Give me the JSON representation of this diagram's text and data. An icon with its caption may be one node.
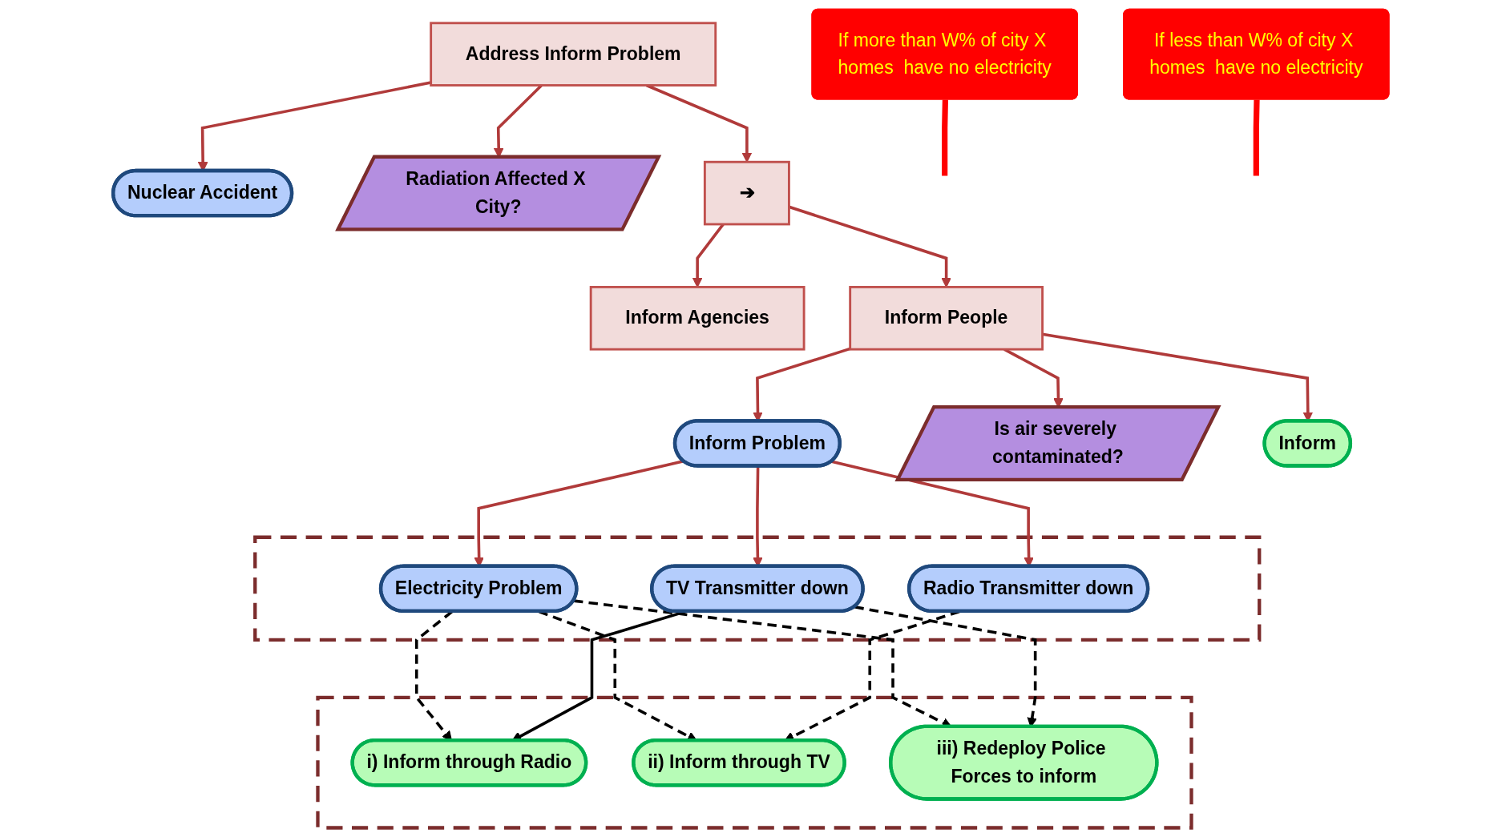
{
  "diagram": {
    "nodes": [
      {
        "text": [
          "Address Inform Problem"
        ]
      },
      {
        "text": [
          "Nuclear Accident"
        ]
      },
      {
        "text": [
          "Radiation Affected X City?"
        ]
      },
      {
        "text": [
          "➔"
        ]
      },
      {
        "text": [
          "Inform Agencies"
        ]
      },
      {
        "text": [
          "Inform People"
        ]
      },
      {
        "text": [
          "Inform Problem"
        ]
      },
      {
        "text": [
          "Is air severely contaminated?"
        ]
      },
      {
        "text": [
          "Inform"
        ]
      },
      {
        "text": [],
        "shape": "box"
      },
      {
        "text": [
          "Electricity Problem"
        ],
        "in": 9
      },
      {
        "text": [
          "TV Transmitter down"
        ],
        "in": 9
      },
      {
        "text": [
          "Radio Transmitter down"
        ],
        "in": 9
      },
      {
        "text": [],
        "shape": "box"
      },
      {
        "text": [
          "i) Inform through Radio"
        ],
        "in": 13
      },
      {
        "text": [
          "ii) Inform through TV"
        ],
        "in": 13
      },
      {
        "text": [
          "iii) Redeploy Police Forces to inform"
        ],
        "in": 13
      },
      {
        "text": [
          "If more than W% of city X homes  have no electricity"
        ]
      },
      {
        "text": [
          "If less than W% of city X homes  have no electricity"
        ]
      }
    ],
    "edges": [
      {
        "from": 0,
        "to": 1,
        "arrow": "to"
      },
      {
        "from": 0,
        "to": 2,
        "arrow": "to"
      },
      {
        "from": 0,
        "to": 3,
        "arrow": "to"
      },
      {
        "from": 3,
        "to": 4,
        "arrow": "to"
      },
      {
        "from": 3,
        "to": 5,
        "arrow": "to"
      },
      {
        "from": 5,
        "to": 6,
        "arrow": "to"
      },
      {
        "from": 5,
        "to": 7,
        "arrow": "to"
      },
      {
        "from": 5,
        "to": 8,
        "arrow": "to"
      },
      {
        "from": 6,
        "to": 10,
        "arrow": "to"
      },
      {
        "from": 6,
        "to": 11,
        "arrow": "to"
      },
      {
        "from": 6,
        "to": 12,
        "arrow": "to"
      },
      {
        "from": 10,
        "to": 15,
        "arrow": "to",
        "style": "dashed",
        "color": "#000000"
      },
      {
        "from": 10,
        "to": 16,
        "arrow": "to",
        "style": "dashed",
        "color": "#000000"
      },
      {
        "from": 10,
        "to": 14,
        "arrow": "to",
        "style": "dashed",
        "color": "#000000"
      },
      {
        "from": 11,
        "to": 14,
        "arrow": "to",
        "color": "#000000"
      },
      {
        "from": 11,
        "to": 16,
        "arrow": "to",
        "style": "dashed",
        "color": "#000000"
      },
      {
        "from": 12,
        "to": 15,
        "arrow": "to",
        "style": "dashed",
        "color": "#000000"
      },
      {
        "from": 17,
        "to": null,
        "arrow": "none",
        "style": "thick",
        "color": "#ff0000"
      },
      {
        "from": 18,
        "to": null,
        "arrow": "none",
        "style": "thick",
        "color": "#ff0000"
      }
    ]
  }
}
